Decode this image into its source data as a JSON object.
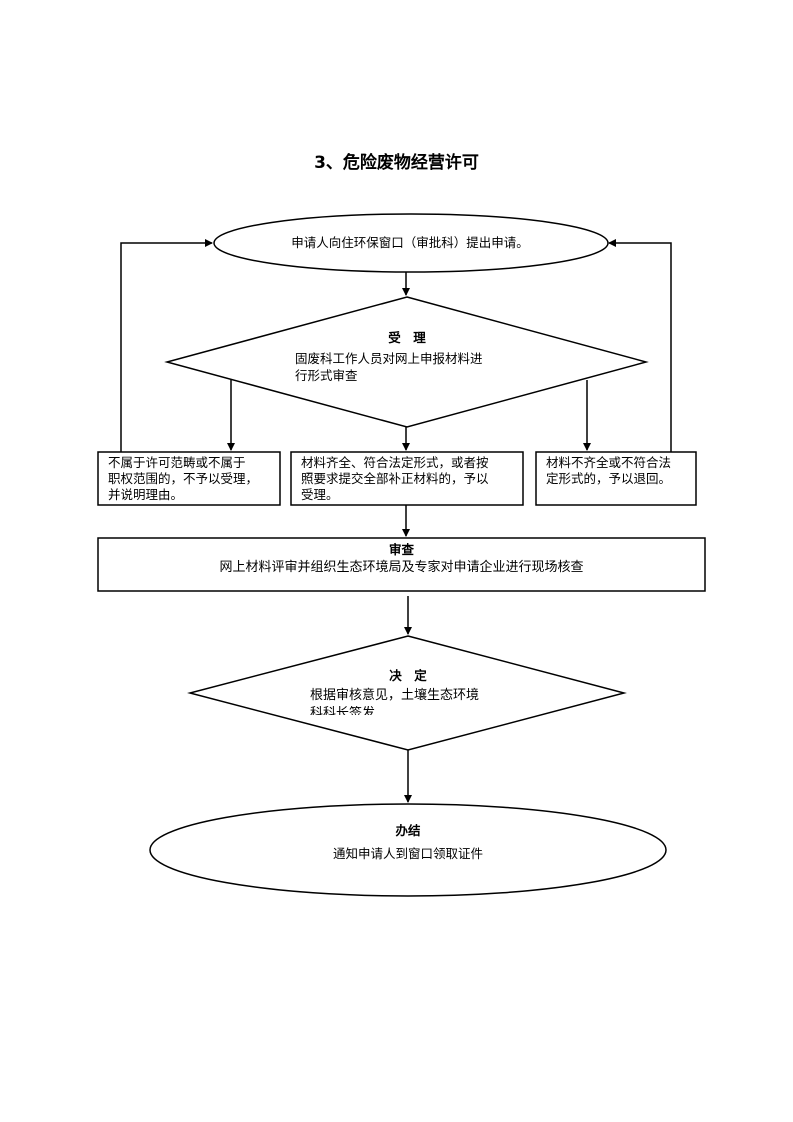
{
  "title": "3、危险废物经营许可",
  "nodes": {
    "apply": {
      "text": "申请人向住环保窗口（审批科）提出申请。"
    },
    "accept": {
      "heading": "受　理",
      "text_line1": "固废科工作人员对网上申报材料进",
      "text_line2": "行形式审查"
    },
    "reject_scope": {
      "line1": "不属于许可范畴或不属于",
      "line2": "职权范围的，不予以受理，",
      "line3": "并说明理由。"
    },
    "accept_ok": {
      "line1": "材料齐全、符合法定形式，或者按",
      "line2": "照要求提交全部补正材料的，予以",
      "line3": "受理。"
    },
    "return": {
      "line1": "材料不齐全或不符合法",
      "line2": "定形式的，予以退回。"
    },
    "review": {
      "heading": "审查",
      "text": "网上材料评审并组织生态环境局及专家对申请企业进行现场核查"
    },
    "decide": {
      "heading": "决　定",
      "text_line1": "根据审核意见，土壤生态环境",
      "text_line2": "科科长签发"
    },
    "finish": {
      "heading": "办结",
      "text": "通知申请人到窗口领取证件"
    }
  }
}
